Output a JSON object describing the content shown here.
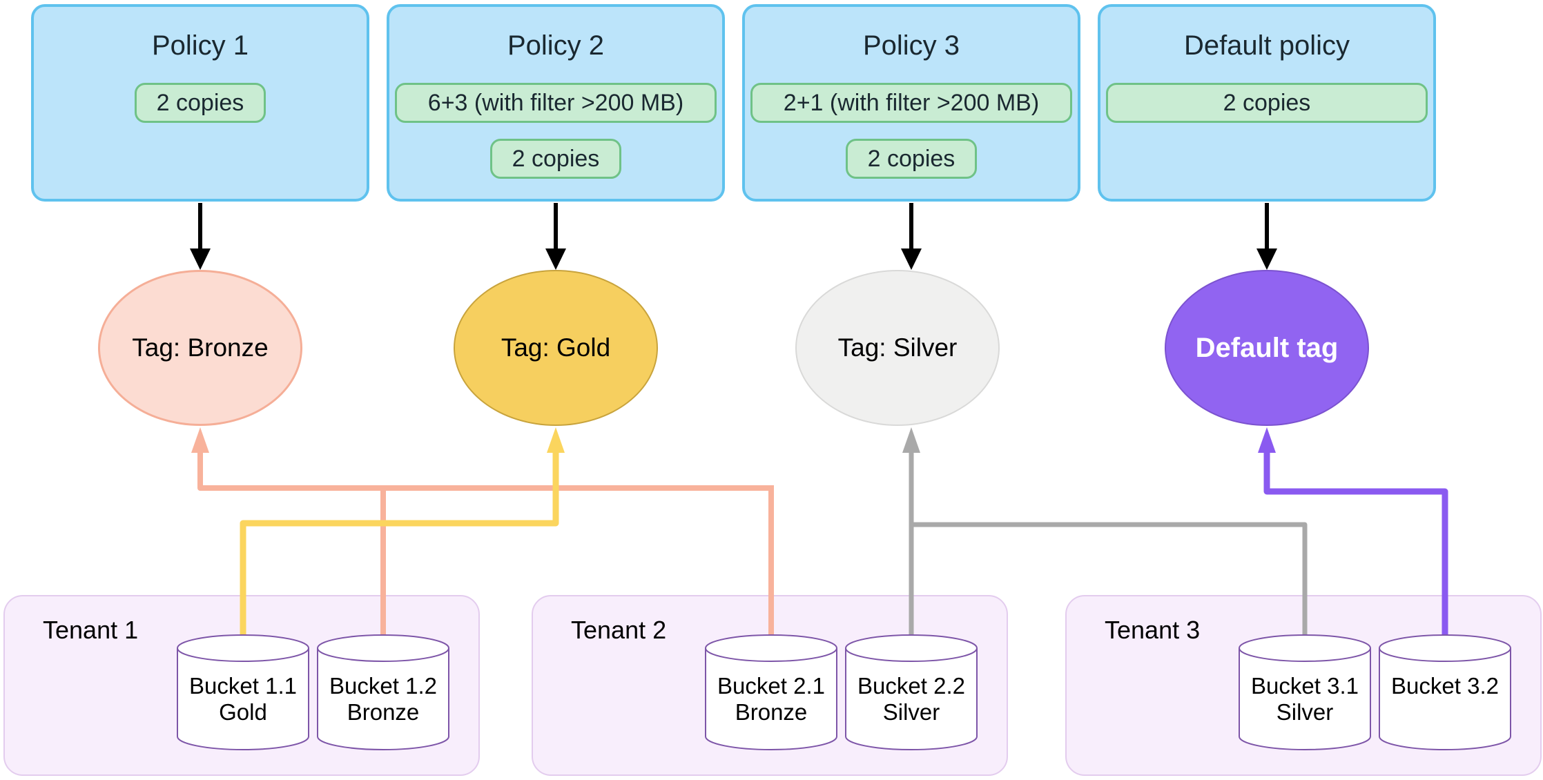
{
  "policies": [
    {
      "title": "Policy 1",
      "pills": [
        "2 copies"
      ]
    },
    {
      "title": "Policy 2",
      "pills": [
        "6+3 (with filter >200 MB)",
        "2 copies"
      ]
    },
    {
      "title": "Policy 3",
      "pills": [
        "2+1 (with filter >200 MB)",
        "2 copies"
      ]
    },
    {
      "title": "Default policy",
      "pills": [
        "2 copies"
      ]
    }
  ],
  "tags": [
    {
      "label": "Tag: Bronze"
    },
    {
      "label": "Tag: Gold"
    },
    {
      "label": "Tag: Silver"
    },
    {
      "label": "Default tag"
    }
  ],
  "tenants": [
    {
      "label": "Tenant 1",
      "buckets": [
        {
          "name": "Bucket 1.1",
          "tier": "Gold"
        },
        {
          "name": "Bucket 1.2",
          "tier": "Bronze"
        }
      ]
    },
    {
      "label": "Tenant 2",
      "buckets": [
        {
          "name": "Bucket 2.1",
          "tier": "Bronze"
        },
        {
          "name": "Bucket 2.2",
          "tier": "Silver"
        }
      ]
    },
    {
      "label": "Tenant 3",
      "buckets": [
        {
          "name": "Bucket 3.1",
          "tier": "Silver"
        },
        {
          "name": "Bucket 3.2",
          "tier": ""
        }
      ]
    }
  ],
  "links": [
    {
      "from": "Policy 1",
      "to": "Tag: Bronze",
      "line": "black"
    },
    {
      "from": "Policy 2",
      "to": "Tag: Gold",
      "line": "black"
    },
    {
      "from": "Policy 3",
      "to": "Tag: Silver",
      "line": "black"
    },
    {
      "from": "Default policy",
      "to": "Default tag",
      "line": "black"
    },
    {
      "from": "Bucket 1.1",
      "to": "Tag: Gold",
      "line": "gold"
    },
    {
      "from": "Bucket 1.2",
      "to": "Tag: Bronze",
      "line": "bronze"
    },
    {
      "from": "Bucket 2.1",
      "to": "Tag: Bronze",
      "line": "bronze"
    },
    {
      "from": "Bucket 2.2",
      "to": "Tag: Silver",
      "line": "silver"
    },
    {
      "from": "Bucket 3.1",
      "to": "Tag: Silver",
      "line": "silver"
    },
    {
      "from": "Bucket 3.2",
      "to": "Default tag",
      "line": "purple"
    }
  ],
  "colors": {
    "policy_fill": "#bce4fa",
    "policy_border": "#5fc2ee",
    "pill_fill": "#c9ecd3",
    "pill_border": "#6fc287",
    "text_dark": "#1a2830",
    "bronze_fill": "#fcdcd2",
    "bronze_border": "#f5ae97",
    "bronze_line": "#f8b29b",
    "gold_fill": "#f6cf5f",
    "gold_border": "#c8a33c",
    "gold_line": "#fbd55e",
    "silver_fill": "#f0f0ef",
    "silver_border": "#d9d9d8",
    "silver_line": "#a9a9a9",
    "purple_fill": "#9164f1",
    "purple_border": "#7b52cf",
    "purple_line": "#8a5af0",
    "tenant_fill": "#f8eefc",
    "tenant_border": "#e3ccee",
    "bucket_stroke": "#7d55a8",
    "arrow_black": "#000000"
  }
}
